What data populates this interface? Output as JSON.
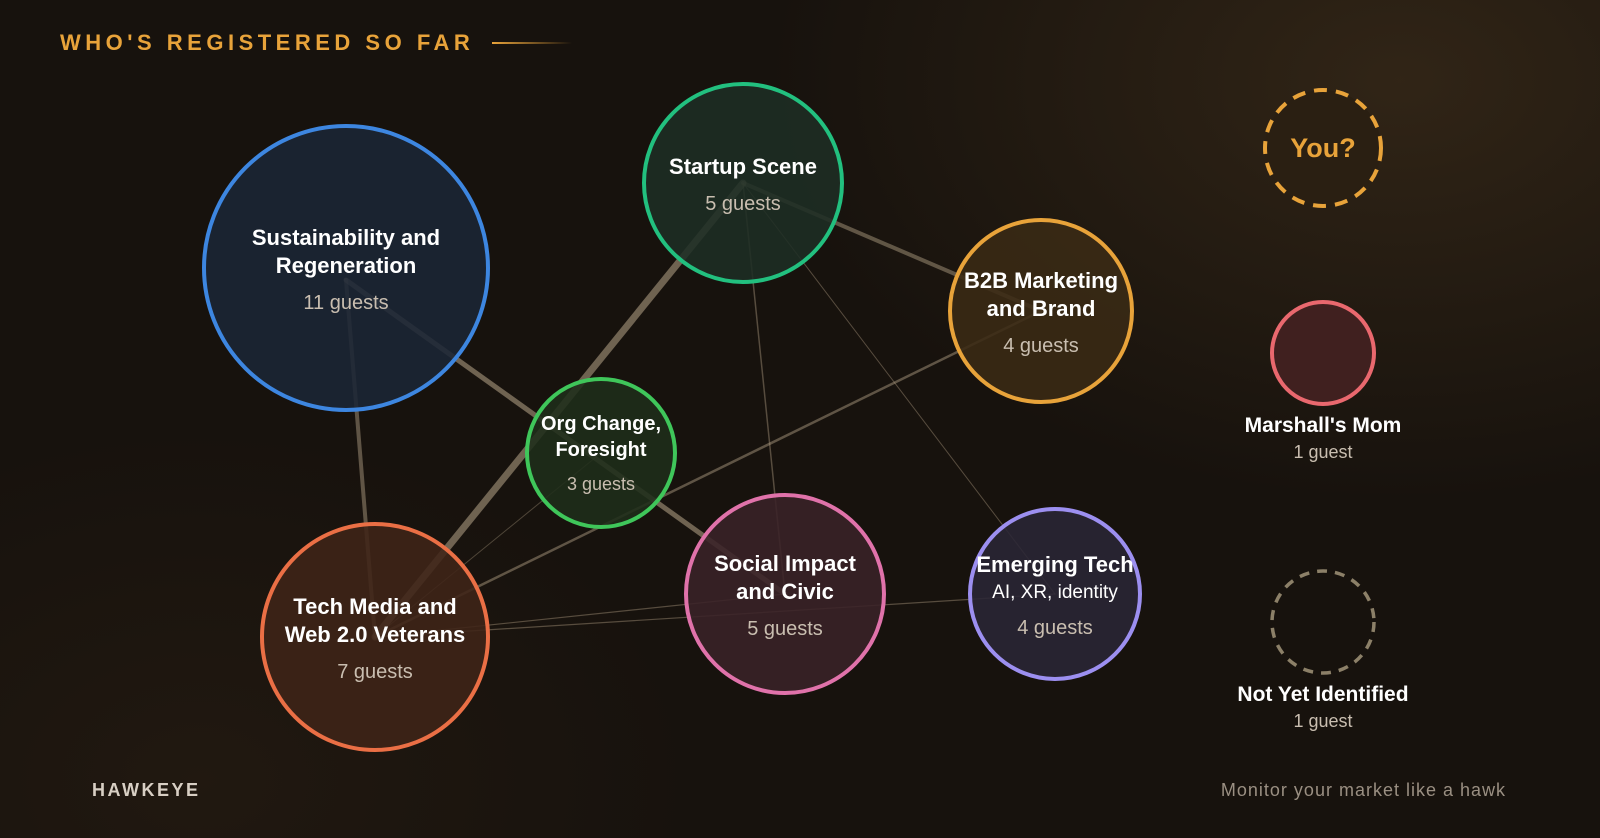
{
  "header": {
    "title": "WHO'S REGISTERED SO FAR"
  },
  "colors": {
    "accent": "#e8a33a",
    "background": "#17120d"
  },
  "nodes": [
    {
      "id": "sustainability",
      "title": [
        "Sustainability and",
        "Regeneration"
      ],
      "count": "11 guests",
      "guests": 11,
      "stroke": "#3d86e0",
      "fill": "#1b2535"
    },
    {
      "id": "startup",
      "title": [
        "Startup Scene"
      ],
      "count": "5 guests",
      "guests": 5,
      "stroke": "#22c07f",
      "fill": "#1e2e24"
    },
    {
      "id": "b2b",
      "title": [
        "B2B Marketing",
        "and Brand"
      ],
      "count": "4 guests",
      "guests": 4,
      "stroke": "#e8a33a",
      "fill": "#3a2a14"
    },
    {
      "id": "orgchange",
      "title": [
        "Org Change,",
        "Foresight"
      ],
      "count": "3 guests",
      "guests": 3,
      "stroke": "#3fc65a",
      "fill": "#1f2e1a"
    },
    {
      "id": "techmedia",
      "title": [
        "Tech Media and",
        "Web 2.0 Veterans"
      ],
      "count": "7 guests",
      "guests": 7,
      "stroke": "#ea6f45",
      "fill": "#3f2418"
    },
    {
      "id": "social",
      "title": [
        "Social Impact",
        "and Civic"
      ],
      "count": "5 guests",
      "guests": 5,
      "stroke": "#e072aa",
      "fill": "#3a2228"
    },
    {
      "id": "emerging",
      "title": [
        "Emerging Tech"
      ],
      "subtitle": "AI, XR, identity",
      "count": "4 guests",
      "guests": 4,
      "stroke": "#9c8ff0",
      "fill": "#2a2536"
    }
  ],
  "side": {
    "you": {
      "label": "You?",
      "color": "#e8a33a"
    },
    "marshalls_mom": {
      "name": "Marshall's Mom",
      "count": "1 guest",
      "stroke": "#e9686e",
      "fill": "#40201f"
    },
    "not_identified": {
      "name": "Not Yet Identified",
      "count": "1 guest",
      "stroke": "#8c8068"
    }
  },
  "footer": {
    "brand": "HAWKEYE",
    "tagline": "Monitor your market like a hawk"
  }
}
